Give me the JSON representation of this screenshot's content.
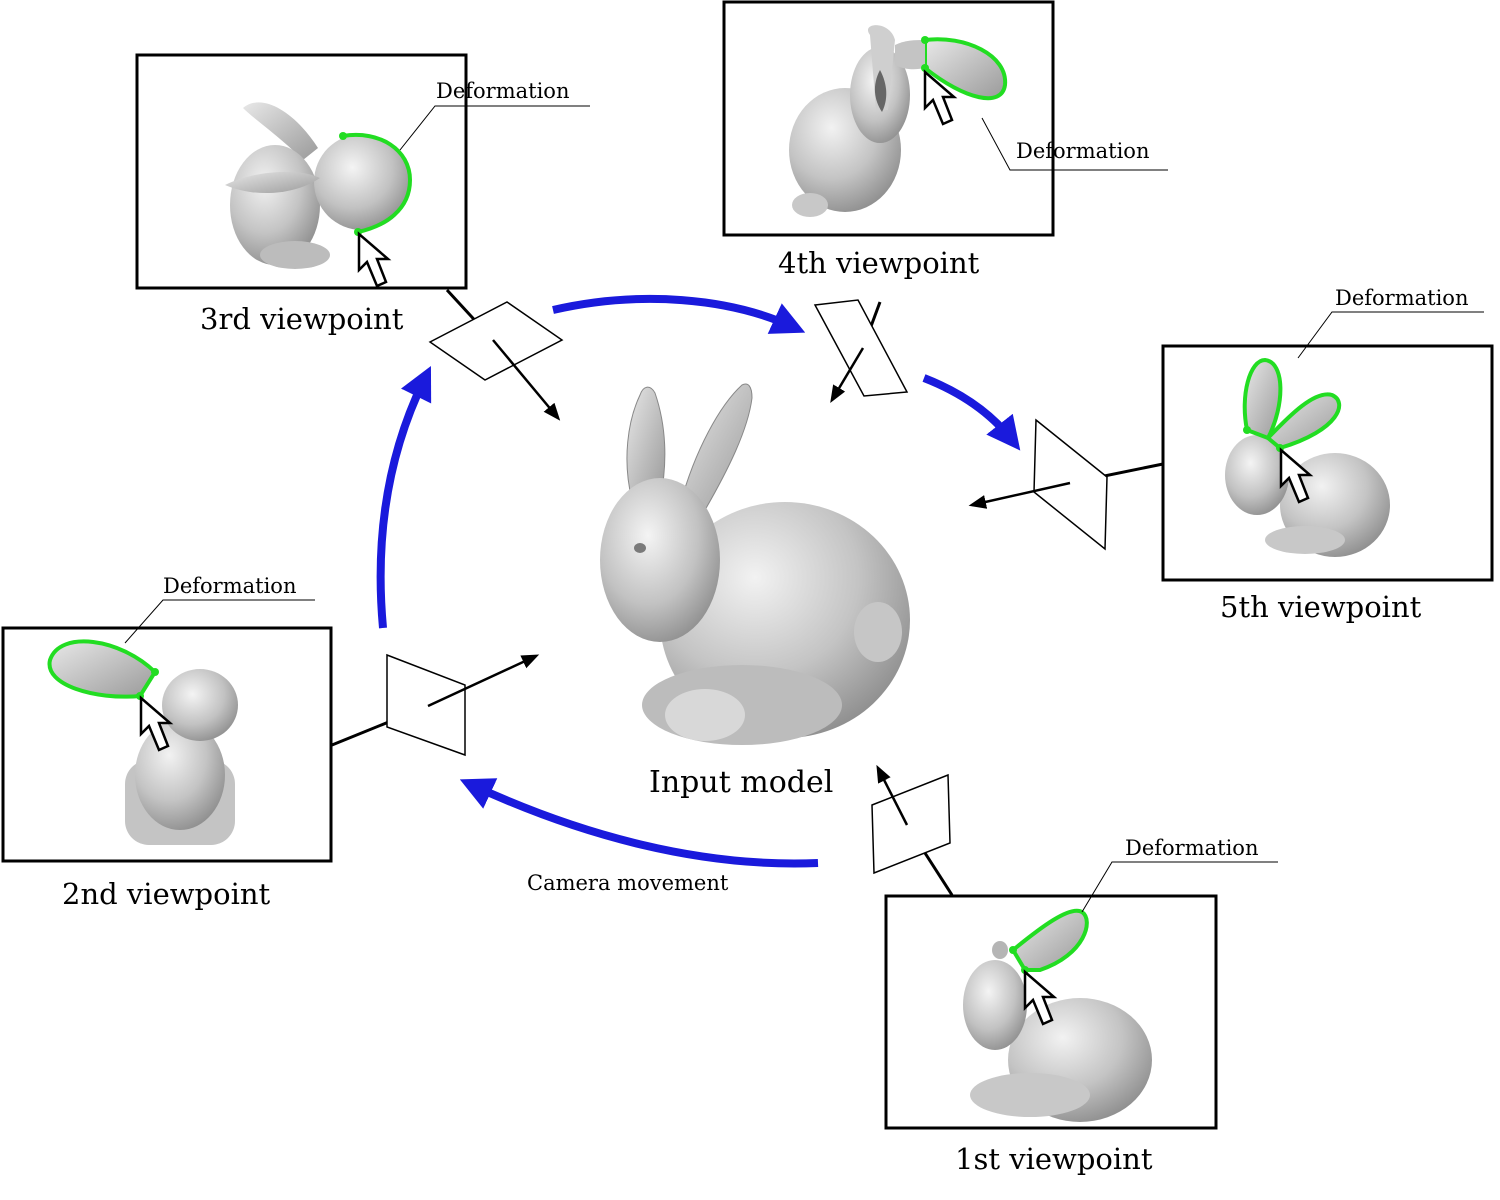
{
  "center": {
    "label": "Input model"
  },
  "camera_movement": {
    "label": "Camera movement"
  },
  "colors": {
    "arrow": "#1a1adc",
    "highlight": "#22dd22",
    "model": "#bdbdbd",
    "frame": "#000000"
  },
  "viewpoints": [
    {
      "id": "vp1",
      "caption": "1st viewpoint",
      "annotation": "Deformation"
    },
    {
      "id": "vp2",
      "caption": "2nd viewpoint",
      "annotation": "Deformation"
    },
    {
      "id": "vp3",
      "caption": "3rd viewpoint",
      "annotation": "Deformation"
    },
    {
      "id": "vp4",
      "caption": "4th viewpoint",
      "annotation": "Deformation"
    },
    {
      "id": "vp5",
      "caption": "5th viewpoint",
      "annotation": "Deformation"
    }
  ]
}
